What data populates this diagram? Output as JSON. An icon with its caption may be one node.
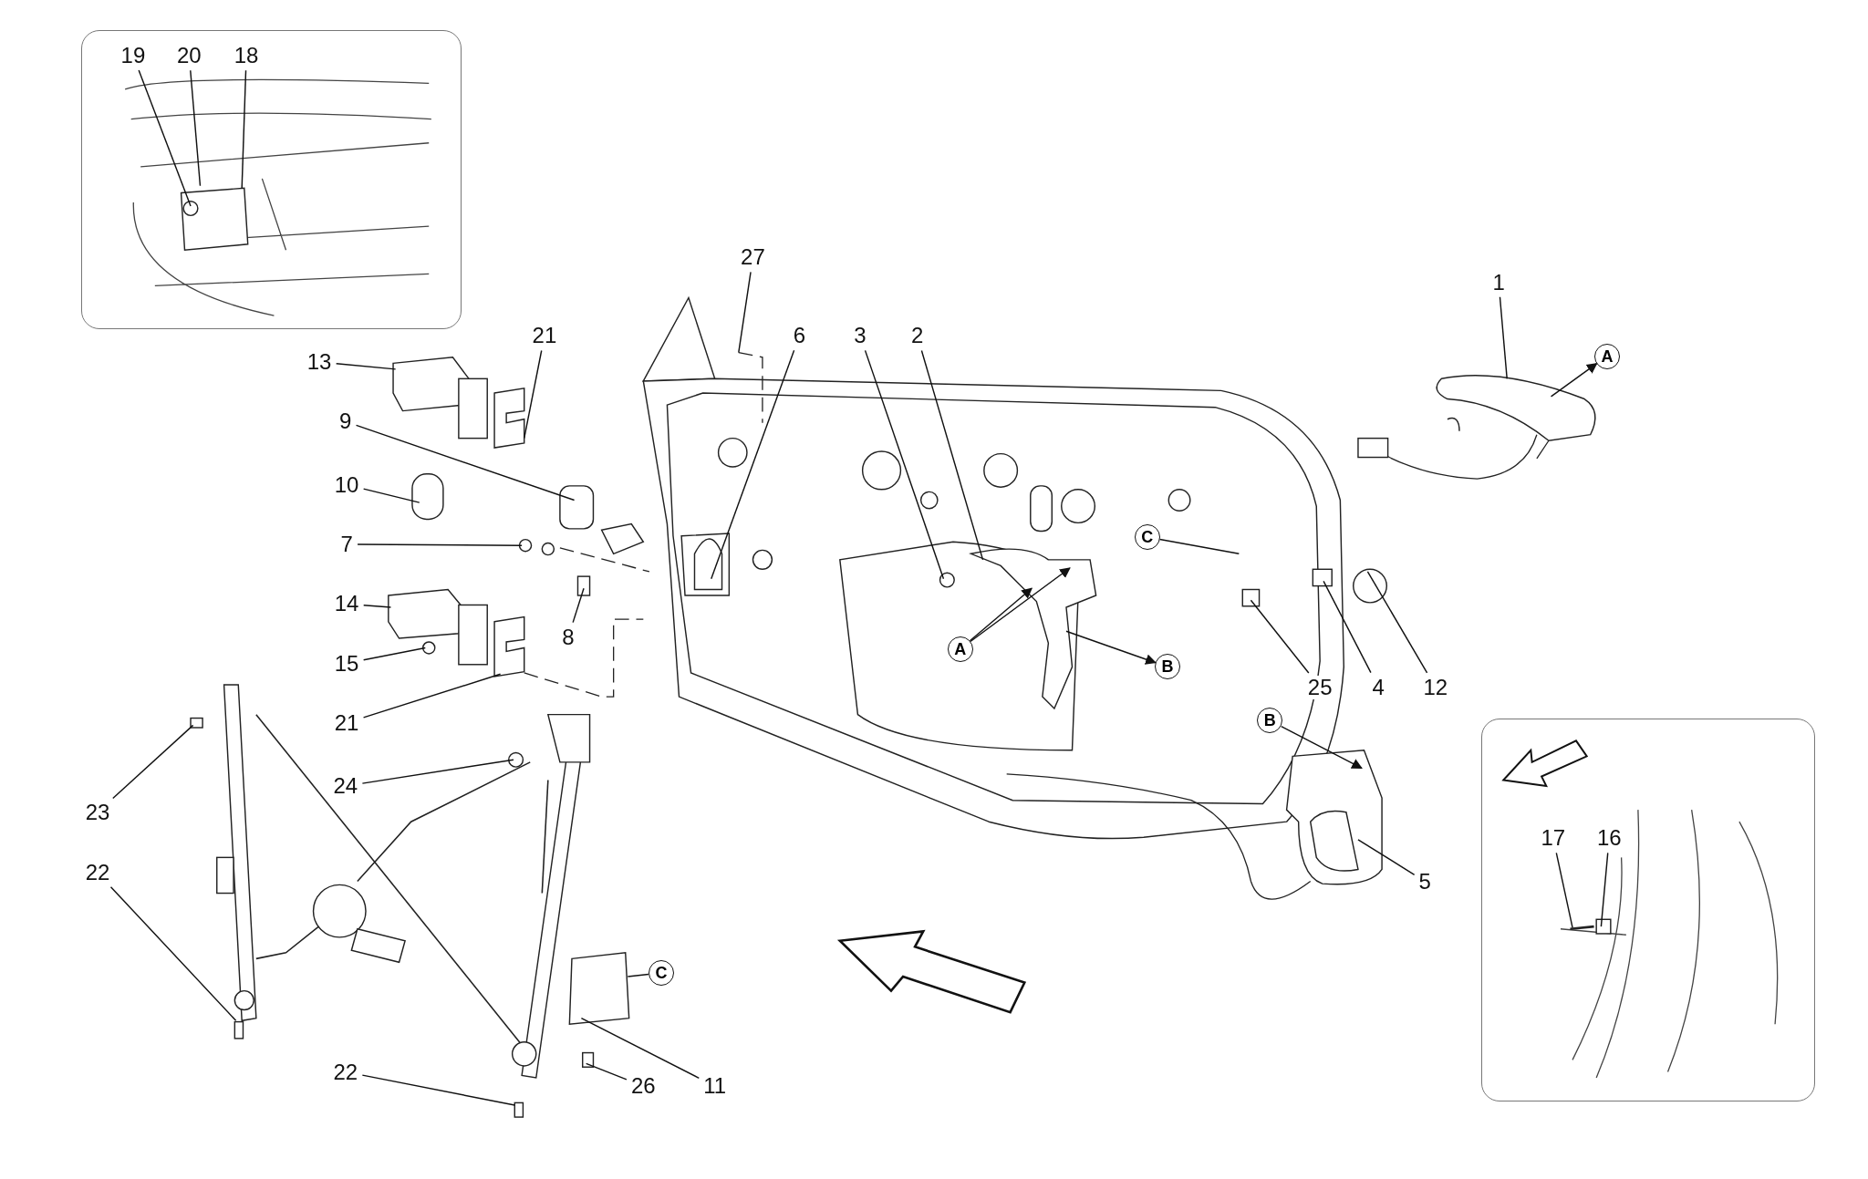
{
  "diagram": {
    "nodes": [
      {
        "text": [],
        "shape": "box"
      },
      {
        "text": [],
        "shape": "box"
      },
      {
        "text": [
          "19"
        ],
        "in": 0
      },
      {
        "text": [
          "20"
        ],
        "in": 0
      },
      {
        "text": [
          "18"
        ],
        "in": 0
      },
      {
        "text": [
          "27"
        ]
      },
      {
        "text": [
          "6"
        ]
      },
      {
        "text": [
          "3"
        ]
      },
      {
        "text": [
          "2"
        ]
      },
      {
        "text": [
          "1"
        ]
      },
      {
        "text": [
          "A"
        ]
      },
      {
        "text": [
          "21"
        ]
      },
      {
        "text": [
          "13"
        ]
      },
      {
        "text": [
          "9"
        ]
      },
      {
        "text": [
          "10"
        ]
      },
      {
        "text": [
          "7"
        ]
      },
      {
        "text": [
          "8"
        ]
      },
      {
        "text": [
          "14"
        ]
      },
      {
        "text": [
          "15"
        ]
      },
      {
        "text": [
          "21"
        ]
      },
      {
        "text": [
          "C"
        ]
      },
      {
        "text": [
          "A"
        ]
      },
      {
        "text": [
          "B"
        ]
      },
      {
        "text": [
          "25"
        ]
      },
      {
        "text": [
          "4"
        ]
      },
      {
        "text": [
          "12"
        ]
      },
      {
        "text": [
          "B"
        ]
      },
      {
        "text": [
          "5"
        ]
      },
      {
        "text": [
          "23"
        ]
      },
      {
        "text": [
          "24"
        ]
      },
      {
        "text": [
          "22"
        ]
      },
      {
        "text": [
          "22"
        ]
      },
      {
        "text": [
          "26"
        ]
      },
      {
        "text": [
          "11"
        ]
      },
      {
        "text": [
          "C"
        ]
      },
      {
        "text": [
          "17"
        ],
        "in": 1
      },
      {
        "text": [
          "16"
        ],
        "in": 1
      }
    ],
    "edges": [
      {
        "from": 2,
        "to": null,
        "arrow": "none"
      },
      {
        "from": 3,
        "to": null,
        "arrow": "none"
      },
      {
        "from": 4,
        "to": null,
        "arrow": "none"
      },
      {
        "from": 5,
        "to": null,
        "arrow": "none"
      },
      {
        "from": 6,
        "to": null,
        "arrow": "none"
      },
      {
        "from": 7,
        "to": null,
        "arrow": "none"
      },
      {
        "from": 8,
        "to": null,
        "arrow": "none"
      },
      {
        "from": 9,
        "to": null,
        "arrow": "none"
      },
      {
        "from": null,
        "to": 10,
        "arrow": "to"
      },
      {
        "from": 11,
        "to": null,
        "arrow": "none"
      },
      {
        "from": 12,
        "to": null,
        "arrow": "none"
      },
      {
        "from": 13,
        "to": null,
        "arrow": "none"
      },
      {
        "from": 14,
        "to": null,
        "arrow": "none"
      },
      {
        "from": 15,
        "to": null,
        "arrow": "none"
      },
      {
        "from": 16,
        "to": null,
        "arrow": "none"
      },
      {
        "from": 17,
        "to": null,
        "arrow": "none"
      },
      {
        "from": 18,
        "to": null,
        "arrow": "none"
      },
      {
        "from": 19,
        "to": null,
        "arrow": "none"
      },
      {
        "from": 20,
        "to": null,
        "arrow": "none"
      },
      {
        "from": 21,
        "to": null,
        "arrow": "to"
      },
      {
        "from": 21,
        "to": null,
        "arrow": "to"
      },
      {
        "from": null,
        "to": 22,
        "arrow": "to"
      },
      {
        "from": 23,
        "to": null,
        "arrow": "none"
      },
      {
        "from": 24,
        "to": null,
        "arrow": "none"
      },
      {
        "from": 25,
        "to": null,
        "arrow": "none"
      },
      {
        "from": 26,
        "to": null,
        "arrow": "to"
      },
      {
        "from": 27,
        "to": null,
        "arrow": "none"
      },
      {
        "from": 28,
        "to": null,
        "arrow": "none"
      },
      {
        "from": 29,
        "to": null,
        "arrow": "none"
      },
      {
        "from": 30,
        "to": null,
        "arrow": "none"
      },
      {
        "from": 31,
        "to": null,
        "arrow": "none"
      },
      {
        "from": 32,
        "to": null,
        "arrow": "none"
      },
      {
        "from": 33,
        "to": null,
        "arrow": "none"
      },
      {
        "from": 34,
        "to": null,
        "arrow": "none"
      },
      {
        "from": 35,
        "to": null,
        "arrow": "none"
      },
      {
        "from": 36,
        "to": null,
        "arrow": "none"
      }
    ]
  }
}
